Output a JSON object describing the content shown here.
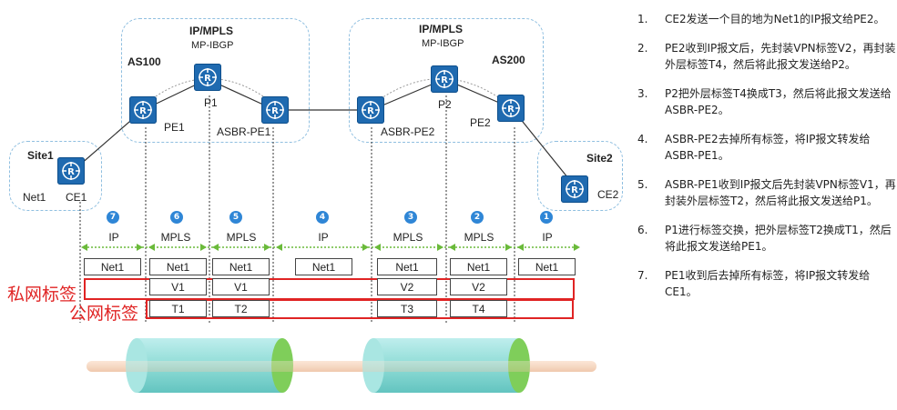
{
  "clouds": {
    "left": {
      "title": "IP/MPLS",
      "subtitle": "MP-IBGP",
      "as": "AS100"
    },
    "right": {
      "title": "IP/MPLS",
      "subtitle": "MP-IBGP",
      "as": "AS200"
    }
  },
  "sites": {
    "site1": "Site1",
    "site2": "Site2"
  },
  "devices": {
    "ce1": "CE1",
    "pe1": "PE1",
    "p1": "P1",
    "asbr_pe1": "ASBR-PE1",
    "asbr_pe2": "ASBR-PE2",
    "p2": "P2",
    "pe2": "PE2",
    "ce2": "CE2",
    "net1": "Net1"
  },
  "segments": [
    {
      "step": "7",
      "proto": "IP",
      "packet": "Net1",
      "private": "",
      "public": ""
    },
    {
      "step": "6",
      "proto": "MPLS",
      "packet": "Net1",
      "private": "V1",
      "public": "T1"
    },
    {
      "step": "5",
      "proto": "MPLS",
      "packet": "Net1",
      "private": "V1",
      "public": "T2"
    },
    {
      "step": "4",
      "proto": "IP",
      "packet": "Net1",
      "private": "",
      "public": ""
    },
    {
      "step": "3",
      "proto": "MPLS",
      "packet": "Net1",
      "private": "V2",
      "public": "T3"
    },
    {
      "step": "2",
      "proto": "MPLS",
      "packet": "Net1",
      "private": "V2",
      "public": "T4"
    },
    {
      "step": "1",
      "proto": "IP",
      "packet": "Net1",
      "private": "",
      "public": ""
    }
  ],
  "labels": {
    "private": "私网标签",
    "public": "公网标签"
  },
  "steps": [
    {
      "num": "1.",
      "text": "CE2发送一个目的地为Net1的IP报文给PE2。"
    },
    {
      "num": "2.",
      "text": "PE2收到IP报文后，先封装VPN标签V2，再封装外层标签T4，然后将此报文发送给P2。"
    },
    {
      "num": "3.",
      "text": "P2把外层标签T4换成T3，然后将此报文发送给ASBR-PE2。"
    },
    {
      "num": "4.",
      "text": "ASBR-PE2去掉所有标签，将IP报文转发给ASBR-PE1。"
    },
    {
      "num": "5.",
      "text": "ASBR-PE1收到IP报文后先封装VPN标签V1，再封装外层标签T2，然后将此报文发送给P1。"
    },
    {
      "num": "6.",
      "text": "P1进行标签交换，把外层标签T2换成T1，然后将此报文发送给PE1。"
    },
    {
      "num": "7.",
      "text": "PE1收到后去掉所有标签，将IP报文转发给CE1。"
    }
  ],
  "colors": {
    "router": "#1f6ab0",
    "step_circle": "#2f86d6",
    "red": "#e02424",
    "tunnel": "#8fdcd6",
    "pipe": "#f6d9c4",
    "green_arrow": "#6aba3a"
  }
}
